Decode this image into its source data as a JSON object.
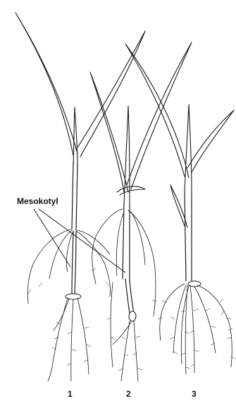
{
  "figure": {
    "callout_label": "Mesokotyl",
    "seedling_numbers": [
      "1",
      "2",
      "3"
    ]
  },
  "colors": {
    "ink": "#1a1a1a",
    "background": "#ffffff"
  }
}
